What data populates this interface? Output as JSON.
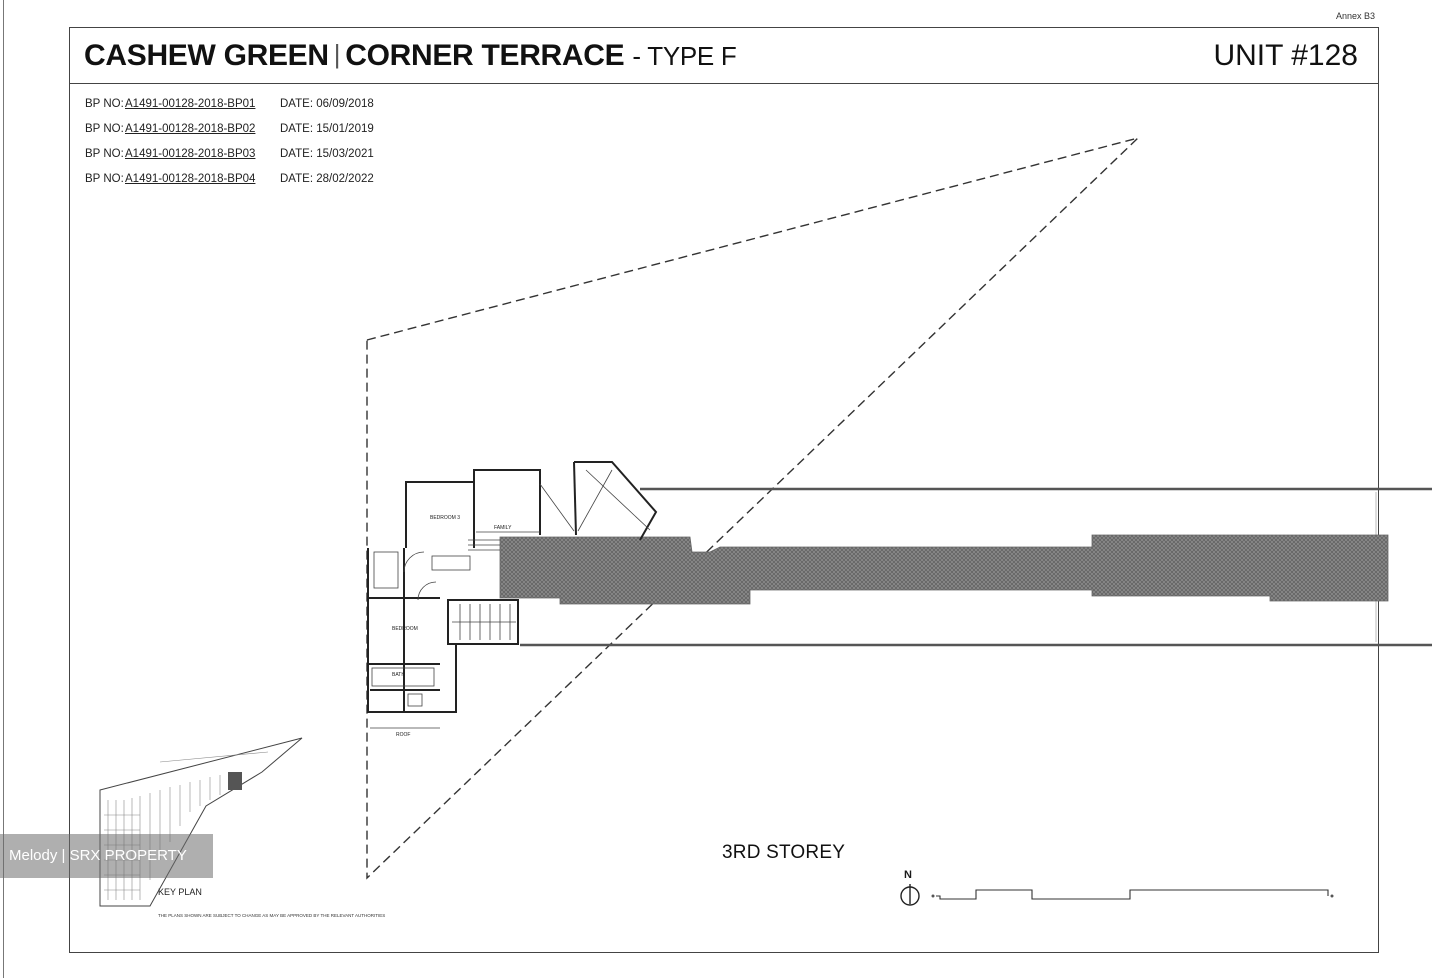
{
  "annex": "Annex B3",
  "title": {
    "project": "CASHEW GREEN",
    "separator": "|",
    "product": "CORNER TERRACE",
    "type": "- TYPE F",
    "unit": "UNIT #128"
  },
  "bp_records": [
    {
      "label": "BP NO:",
      "number": "A1491-00128-2018-BP01",
      "date": "DATE: 06/09/2018"
    },
    {
      "label": "BP NO:",
      "number": "A1491-00128-2018-BP02",
      "date": "DATE: 15/01/2019"
    },
    {
      "label": "BP NO:",
      "number": "A1491-00128-2018-BP03",
      "date": "DATE: 15/03/2021"
    },
    {
      "label": "BP NO:",
      "number": "A1491-00128-2018-BP04",
      "date": "DATE: 28/02/2022"
    }
  ],
  "plan": {
    "storey_label": "3RD STOREY",
    "rooms": {
      "bedroom3": "BEDROOM 3",
      "family": "FAMILY",
      "bedroom2": "BEDROOM",
      "bath": "BATH",
      "roof": "ROOF"
    }
  },
  "key_plan_label": "KEY PLAN",
  "disclaimer": "THE PLANS SHOWN ARE SUBJECT TO CHANGE AS MAY BE APPROVED BY THE RELEVANT AUTHORITIES",
  "north_letter": "N",
  "watermark": "Melody | SRX PROPERTY"
}
